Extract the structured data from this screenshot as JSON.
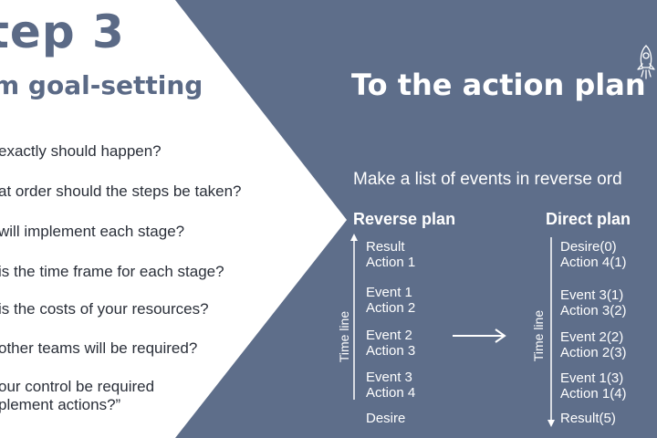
{
  "left": {
    "title": "tep 3",
    "subtitle": "m goal-setting",
    "questions": [
      "exactly should happen?",
      "at order should the steps be taken?",
      "will implement each stage?",
      "is the time frame for each stage?",
      "is the costs of your resources?",
      "other teams will be required?",
      "our control be required",
      "plement actions?”"
    ]
  },
  "right": {
    "title": "To the action plan",
    "intro": "Make a list of events in reverse ord",
    "reverse_plan": {
      "title": "Reverse plan",
      "timeline_label": "Time line",
      "items": [
        "Result",
        "Action 1",
        "Event 1",
        "Action 2",
        "Event 2",
        "Action 3",
        "Event 3",
        "Action 4",
        "Desire"
      ]
    },
    "direct_plan": {
      "title": "Direct plan",
      "timeline_label": "Time line",
      "items": [
        "Desire(0)",
        "Action 4(1)",
        "Event 3(1)",
        "Action 3(2)",
        "Event 2(2)",
        "Action 2(3)",
        "Event 1(3)",
        "Action 1(4)",
        "Result(5)"
      ]
    }
  },
  "colors": {
    "panel": "#5e6e8a",
    "heading": "#5b6a86",
    "text": "#2a2f39"
  },
  "icons": [
    "rocket-icon",
    "arrow-right-icon",
    "arrow-up-icon",
    "arrow-down-icon"
  ]
}
